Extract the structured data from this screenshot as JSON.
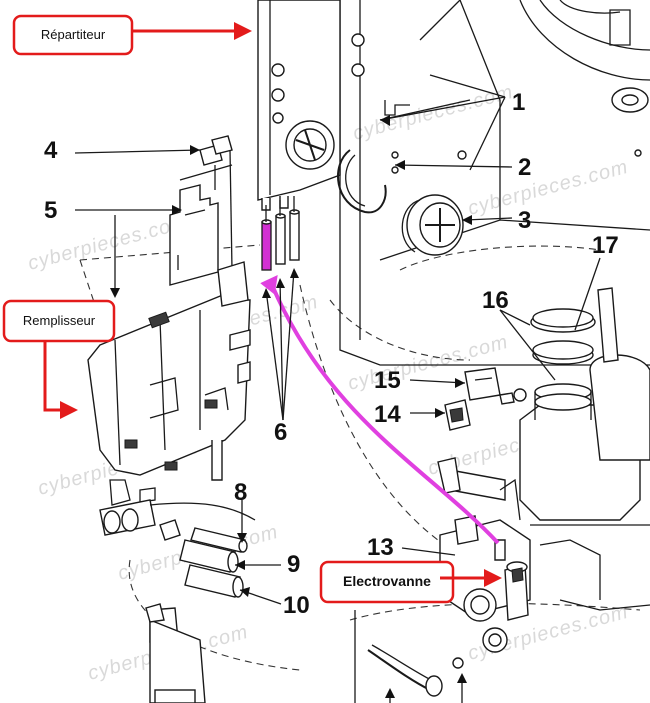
{
  "callouts": {
    "repartiteur": "Répartiteur",
    "remplisseur": "Remplisseur",
    "electrovanne": "Electrovanne"
  },
  "part_numbers": [
    "1",
    "2",
    "3",
    "4",
    "5",
    "6",
    "8",
    "9",
    "10",
    "13",
    "14",
    "15",
    "16",
    "17"
  ],
  "watermark": "cyberpieces.com",
  "colors": {
    "callout_red": "#e31b1b",
    "flow_magenta": "#e040e0",
    "line": "#1a1a1a",
    "watermark": "#d9d9d9"
  }
}
